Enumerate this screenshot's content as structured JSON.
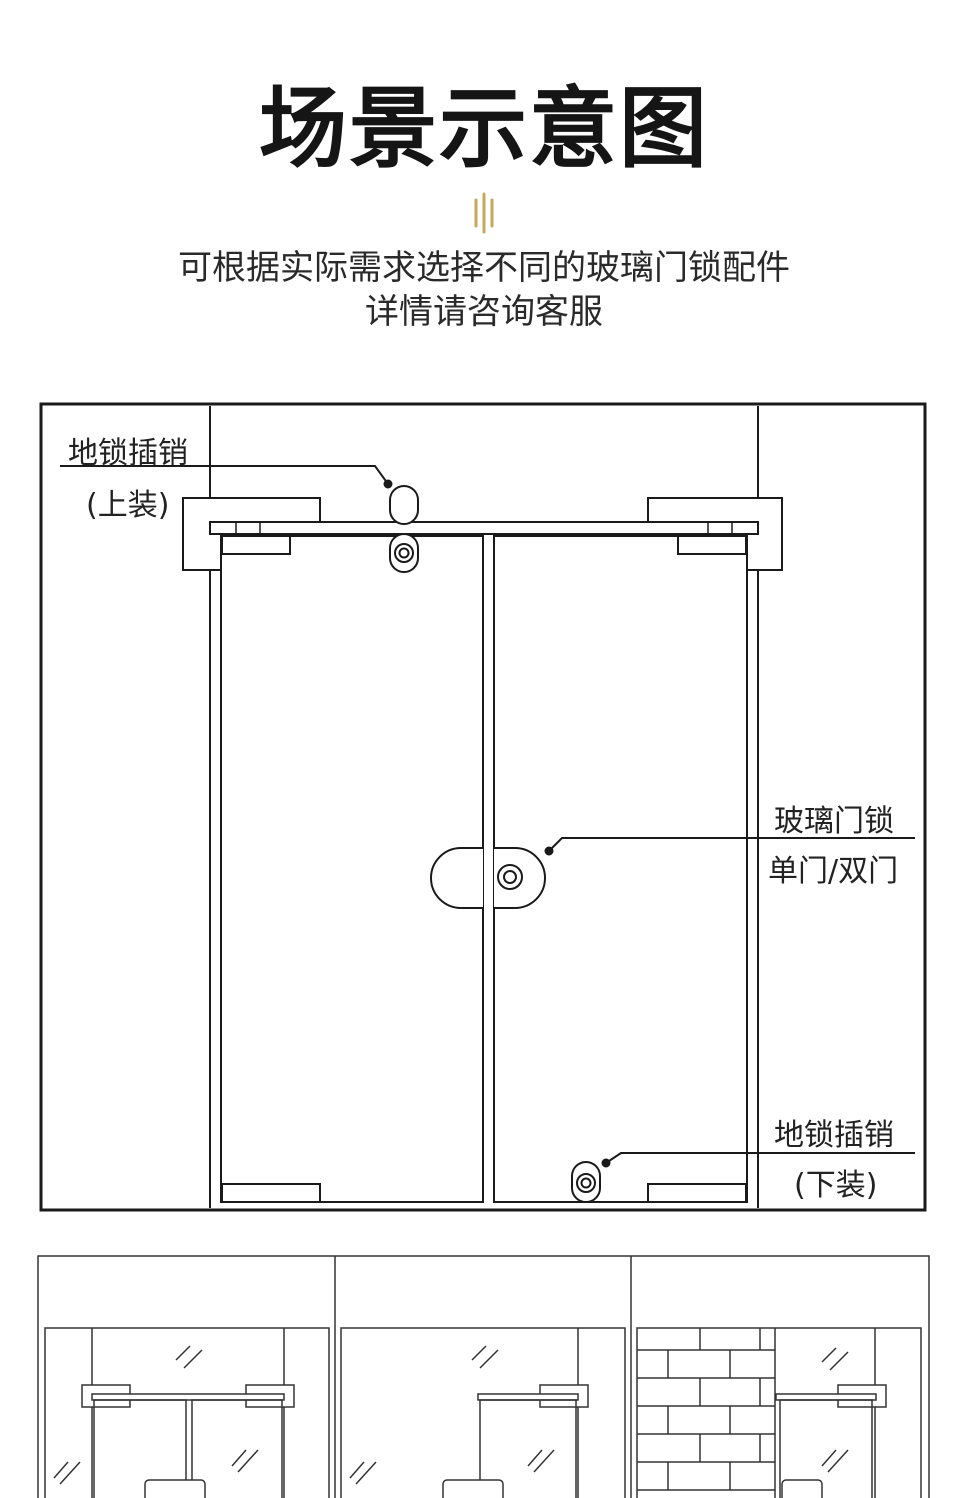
{
  "header": {
    "title": "场景示意图",
    "subtitle_line1": "可根据实际需求选择不同的玻璃门锁配件",
    "subtitle_line2": "详情请咨询客服",
    "accent_color": "#c9a85c"
  },
  "callouts": {
    "top_lock": {
      "line1": "地锁插销",
      "line2": "(上装)"
    },
    "glass_lock": {
      "line1": "玻璃门锁",
      "line2": "单门/双门"
    },
    "bottom_lock": {
      "line1": "地锁插销",
      "line2": "(下装)"
    }
  },
  "thumbnails": [
    {
      "name": "double-door-scene"
    },
    {
      "name": "single-door-scene"
    },
    {
      "name": "brick-wall-scene"
    }
  ]
}
